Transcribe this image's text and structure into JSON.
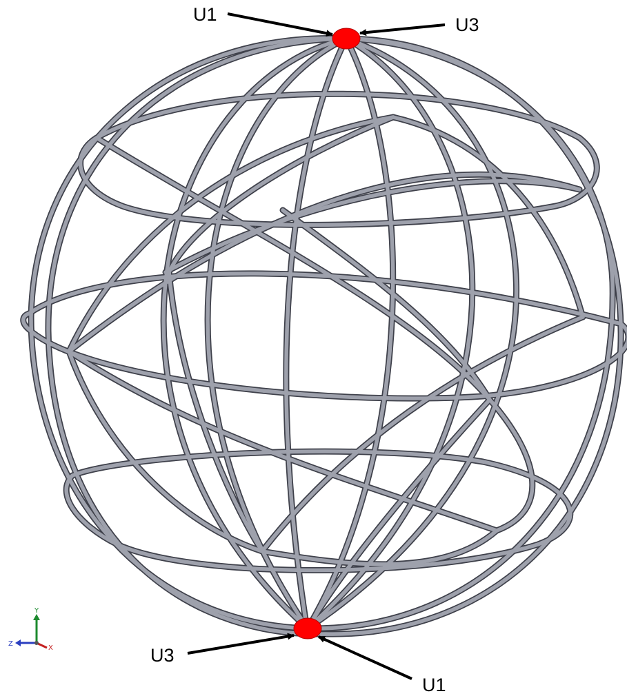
{
  "figure": {
    "wire_color": "#9ea1ac",
    "wire_edge_color": "#3f414b",
    "point_color": "#ff0000",
    "arrow_color": "#000000"
  },
  "labels": {
    "top_left": "U1",
    "top_right": "U3",
    "bottom_left": "U3",
    "bottom_right": "U1"
  },
  "triad": {
    "y_label": "Y",
    "z_label": "Z",
    "x_label": "X",
    "y_color": "#1c8a2e",
    "z_color": "#2b3fc0",
    "x_color": "#c42020"
  }
}
